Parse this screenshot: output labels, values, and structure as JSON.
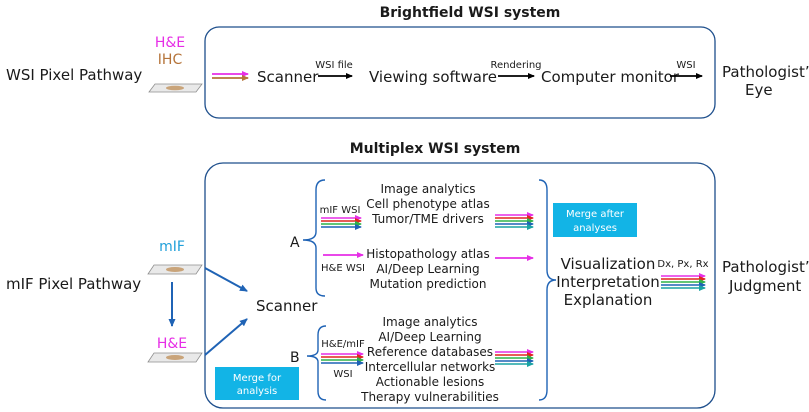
{
  "brightfield": {
    "title": "Brightfield WSI system",
    "pathway_label": "WSI Pixel Pathway",
    "stain_he": "H&E",
    "stain_ihc": "IHC",
    "scanner": "Scanner",
    "wsi_file": "WSI file",
    "viewing_software": "Viewing software",
    "rendering": "Rendering",
    "computer_monitor": "Computer monitor",
    "wsi": "WSI",
    "eye_line1": "Pathologist’s",
    "eye_line2": "Eye"
  },
  "multiplex": {
    "title": "Multiplex WSI system",
    "pathway_label": "mIF Pixel Pathway",
    "mif": "mIF",
    "he": "H&E",
    "scanner": "Scanner",
    "label_a": "A",
    "label_b": "B",
    "mif_wsi": "mIF WSI",
    "he_wsi": "H&E WSI",
    "he_mif_line1": "H&E/mIF",
    "he_mif_line2": "WSI",
    "group_a1": [
      "Image analytics",
      "Cell phenotype atlas",
      "Tumor/TME drivers"
    ],
    "group_a2": [
      "Histopathology atlas",
      "AI/Deep Learning",
      "Mutation prediction"
    ],
    "group_b": [
      "Image analytics",
      "AI/Deep Learning",
      "Reference databases",
      "Intercellular networks",
      "Actionable lesions",
      "Therapy vulnerabilities"
    ],
    "merge_after": [
      "Merge after",
      "analyses"
    ],
    "merge_for": [
      "Merge for",
      "analysis"
    ],
    "output": [
      "Visualization",
      "Interpretation",
      "Explanation"
    ],
    "dx_px_rx": "Dx, Px, Rx",
    "judgment_line1": "Pathologist’s",
    "judgment_line2": "Judgment"
  },
  "colors": {
    "magenta": "#e62ee6",
    "brown": "#b5743a",
    "mif_blue": "#1f9fd9",
    "red": "#e0261f",
    "green": "#2fb34a",
    "blue": "#1f63b5",
    "teal": "#1aa3a3",
    "box_stroke": "#1e4f8c",
    "accent": "#12b4e6"
  }
}
